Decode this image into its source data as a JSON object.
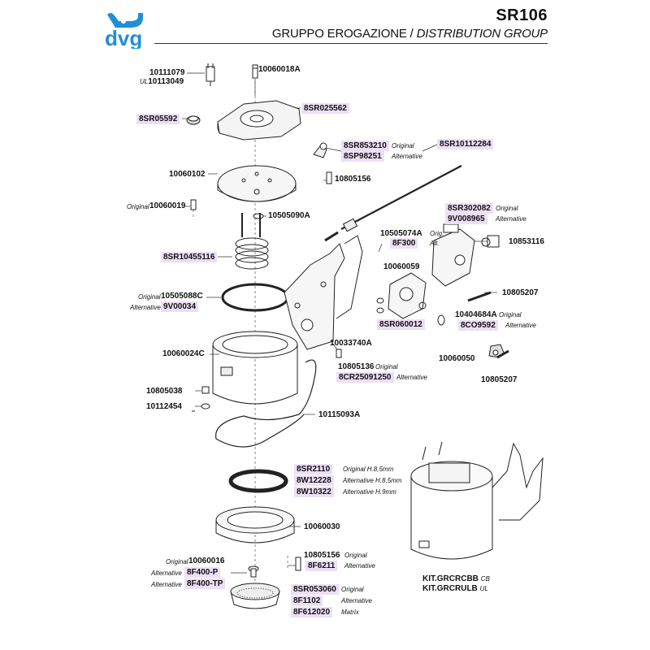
{
  "header": {
    "model": "SR106",
    "title_it": "GRUPPO EROGAZIONE /",
    "title_en": "DISTRIBUTION GROUP",
    "brand": "dvg",
    "brand_color": "#1f8fd8"
  },
  "labels": {
    "p10111079": "10111079",
    "ul_prefix": "UL",
    "p10113049": "10113049",
    "p10060018A": "10060018A",
    "p8SR025562": "8SR025562",
    "p8SR05592": "8SR05592",
    "p8SR853210": "8SR853210",
    "p8SP98251": "8SP98251",
    "p8SR10112284": "8SR10112284",
    "p10060102": "10060102",
    "p10805156a": "10805156",
    "p10060019": "10060019",
    "p10505090A": "10505090A",
    "p8SR302082": "8SR302082",
    "p9V008965": "9V008965",
    "p10505074A": "10505074A",
    "p8F300": "8F300",
    "p10853116": "10853116",
    "p8SR10455116": "8SR10455116",
    "p10060059": "10060059",
    "p10505088C": "10505088C",
    "p9V00034": "9V00034",
    "p10805207a": "10805207",
    "p8SR060012": "8SR060012",
    "p10404684A": "10404684A",
    "p8CO9592": "8CO9592",
    "p10033740A": "10033740A",
    "p10060024C": "10060024C",
    "p10060050": "10060050",
    "p10805136": "10805136",
    "p8CR25091250": "8CR25091250",
    "p10805207b": "10805207",
    "p10805038": "10805038",
    "p10112454": "10112454",
    "p10115093A": "10115093A",
    "p8SR2110": "8SR2110",
    "p8W12228": "8W12228",
    "p8W10322": "8W10322",
    "p10060030": "10060030",
    "p10805156b": "10805156",
    "p8F6211": "8F6211",
    "p10060016": "10060016",
    "p8F400P": "8F400-P",
    "p8F400TP": "8F400-TP",
    "p8SR053060": "8SR053060",
    "p8F1102": "8F1102",
    "p8F612020": "8F612020"
  },
  "notes": {
    "original": "Original",
    "alternative": "Alternative",
    "orig_short": "Orig.",
    "alt_short": "Alt.",
    "original_h85": "Original H.8,5mm",
    "alternative_h85": "Alternative H.8,5mm",
    "alternative_h9": "Alternative H.9mm",
    "matrix": "Matrix"
  },
  "kit": {
    "code1": "KIT.GRCRCBB",
    "suffix1": "CB",
    "code2": "KIT.GRCRULB",
    "suffix2": "UL"
  },
  "colors": {
    "highlight": "#ecdff5",
    "line": "#222222"
  }
}
